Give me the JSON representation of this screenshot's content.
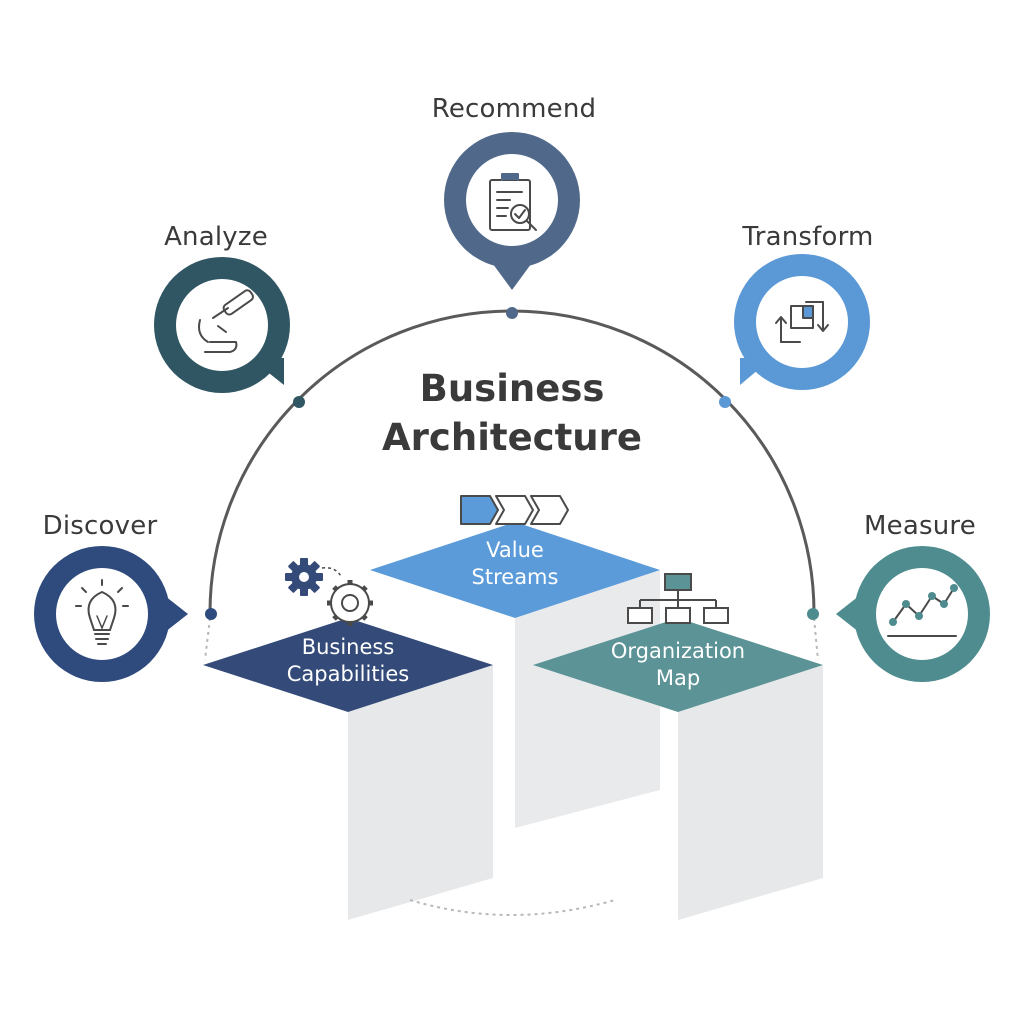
{
  "title": {
    "line1": "Business",
    "line2": "Architecture"
  },
  "steps": [
    {
      "label": "Discover",
      "icon": "lightbulb-icon",
      "color": "#2f4a7d"
    },
    {
      "label": "Analyze",
      "icon": "microscope-icon",
      "color": "#2f5662"
    },
    {
      "label": "Recommend",
      "icon": "clipboard-checklist-icon",
      "color": "#50698a"
    },
    {
      "label": "Transform",
      "icon": "transform-arrows-icon",
      "color": "#5b98d6"
    },
    {
      "label": "Measure",
      "icon": "line-chart-icon",
      "color": "#4f8c8f"
    }
  ],
  "blocks": [
    {
      "line1": "Business",
      "line2": "Capabilities",
      "icon": "gears-icon",
      "color": "#344b7a"
    },
    {
      "line1": "Value",
      "line2": "Streams",
      "icon": "chevrons-icon",
      "color": "#5b9bd9"
    },
    {
      "line1": "Organization",
      "line2": "Map",
      "icon": "org-chart-icon",
      "color": "#5b9396"
    }
  ],
  "colors": {
    "arc": "#5a5a5a",
    "pillar": "#e9eaeb",
    "text": "#3a3a3a"
  }
}
